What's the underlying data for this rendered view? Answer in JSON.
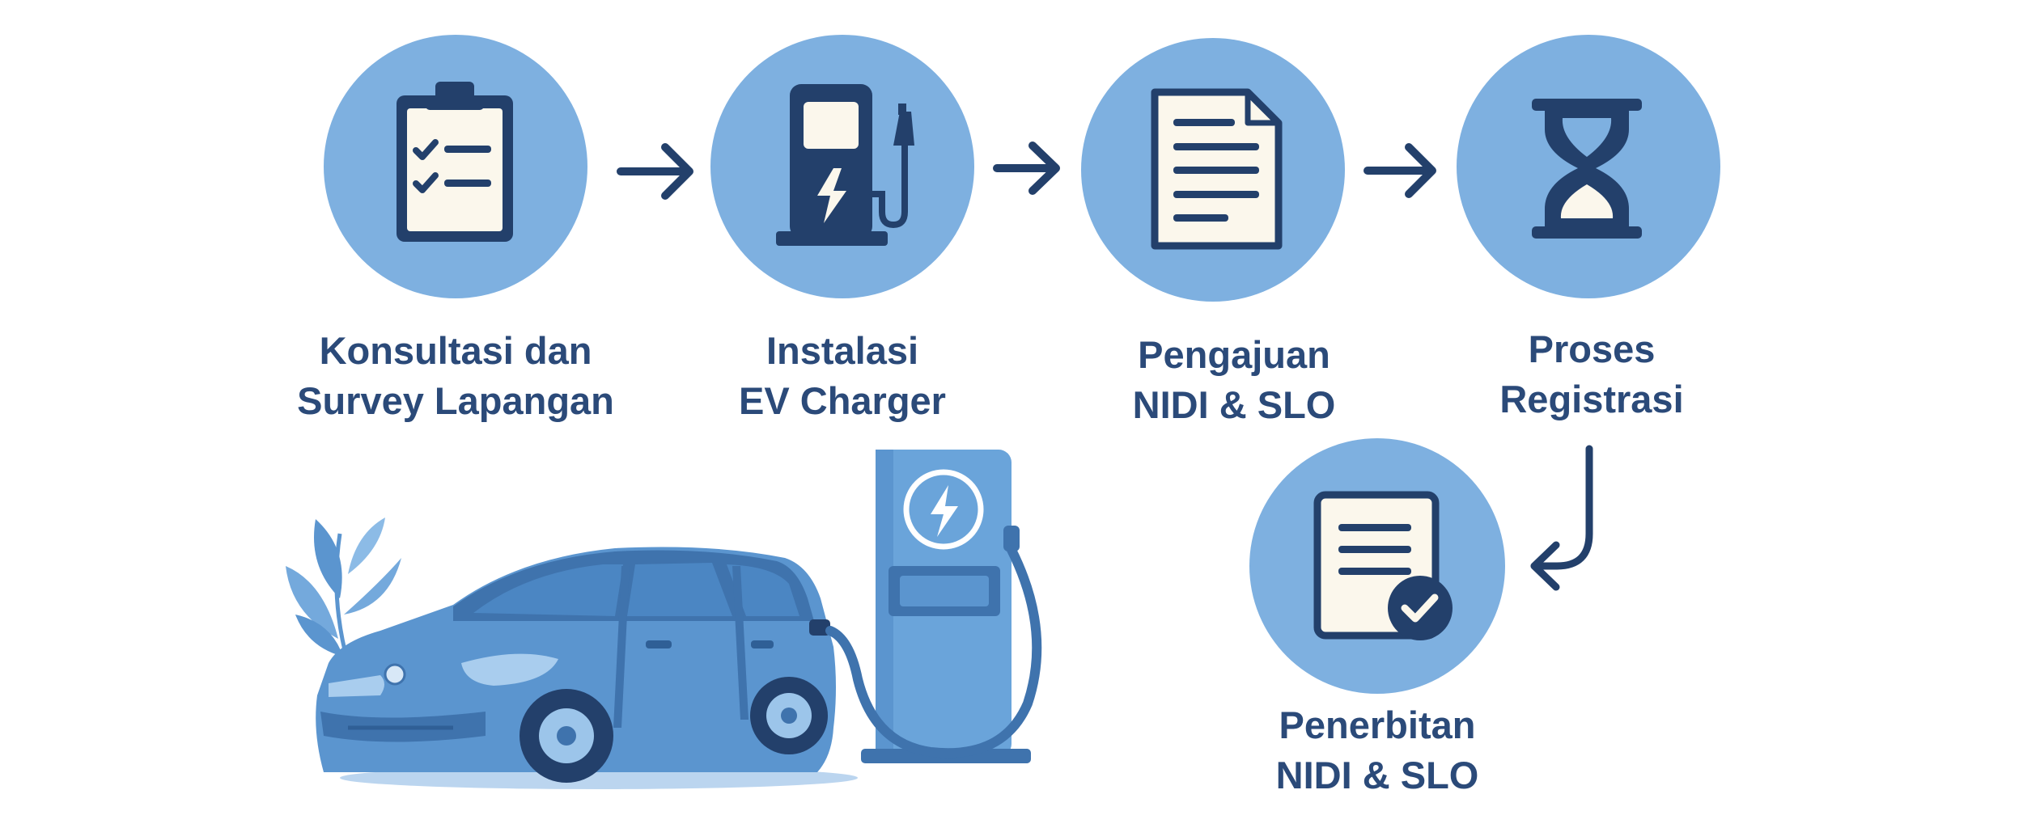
{
  "steps": [
    {
      "line1": "Konsultasi dan",
      "line2": "Survey Lapangan",
      "icon": "clipboard-checklist-icon"
    },
    {
      "line1": "Instalasi",
      "line2": "EV Charger",
      "icon": "ev-charger-pump-icon"
    },
    {
      "line1": "Pengajuan",
      "line2": "NIDI & SLO",
      "icon": "document-icon"
    },
    {
      "line1": "Proses",
      "line2": "Registrasi",
      "icon": "hourglass-icon"
    },
    {
      "line1": "Penerbitan",
      "line2": "NIDI & SLO",
      "icon": "certificate-check-icon"
    }
  ],
  "illustration": {
    "icons": [
      "leaf-plant-icon",
      "electric-car-icon",
      "charging-station-icon",
      "lightning-bolt-icon"
    ]
  },
  "colors": {
    "circle": "#7eb0e0",
    "navy": "#23406b",
    "text": "#2b4a79",
    "paper": "#fbf7ec",
    "car": "#5b95cf",
    "car_dark": "#3f73ad",
    "car_light": "#9cc5ea",
    "station": "#6aa4da"
  }
}
